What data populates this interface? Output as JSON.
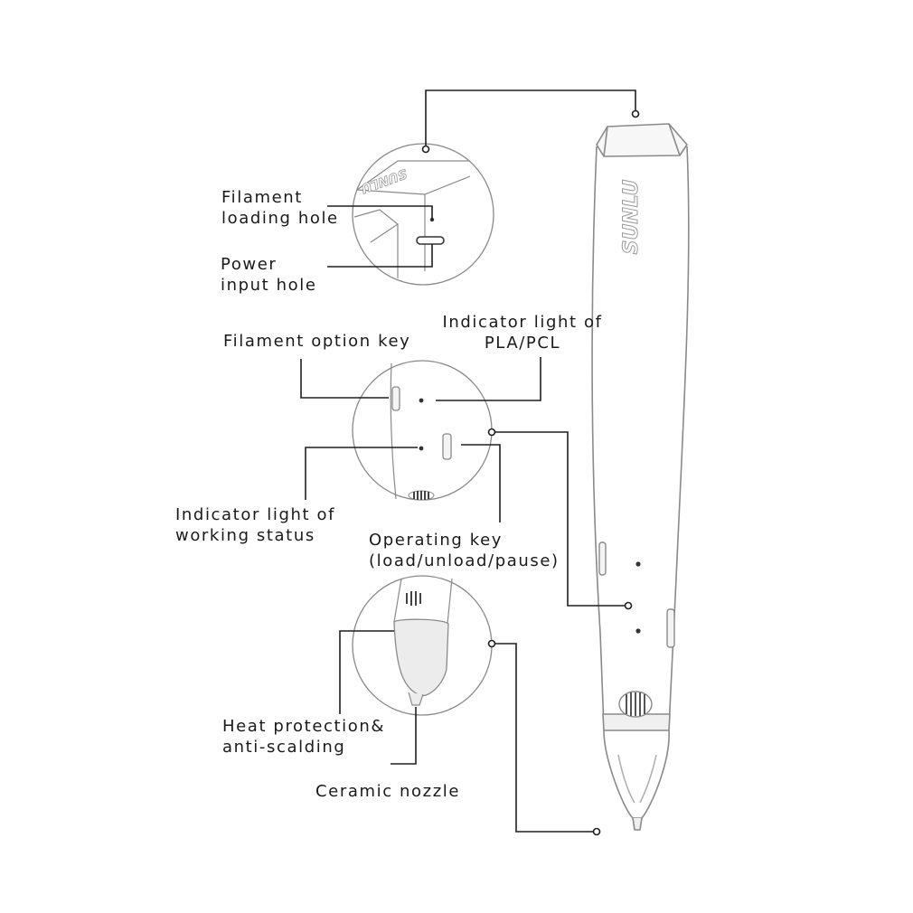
{
  "labels": {
    "filament_loading_hole": [
      "Filament",
      "loading hole"
    ],
    "power_input_hole": [
      "Power",
      "input hole"
    ],
    "filament_option_key": "Filament option key",
    "indicator_pla_pcl": [
      "Indicator light of",
      "PLA/PCL"
    ],
    "indicator_working_status": [
      "Indicator light of",
      "working status"
    ],
    "operating_key": [
      "Operating key",
      "(load/unload/pause)"
    ],
    "heat_protection": [
      "Heat protection&",
      "anti-scalding"
    ],
    "ceramic_nozzle": "Ceramic nozzle"
  },
  "brand": "SUNLU",
  "colors": {
    "line": "#1f1f1f",
    "outline": "#8a8a8a",
    "shade": "#dcdcdc",
    "text": "#1a1a1a"
  }
}
